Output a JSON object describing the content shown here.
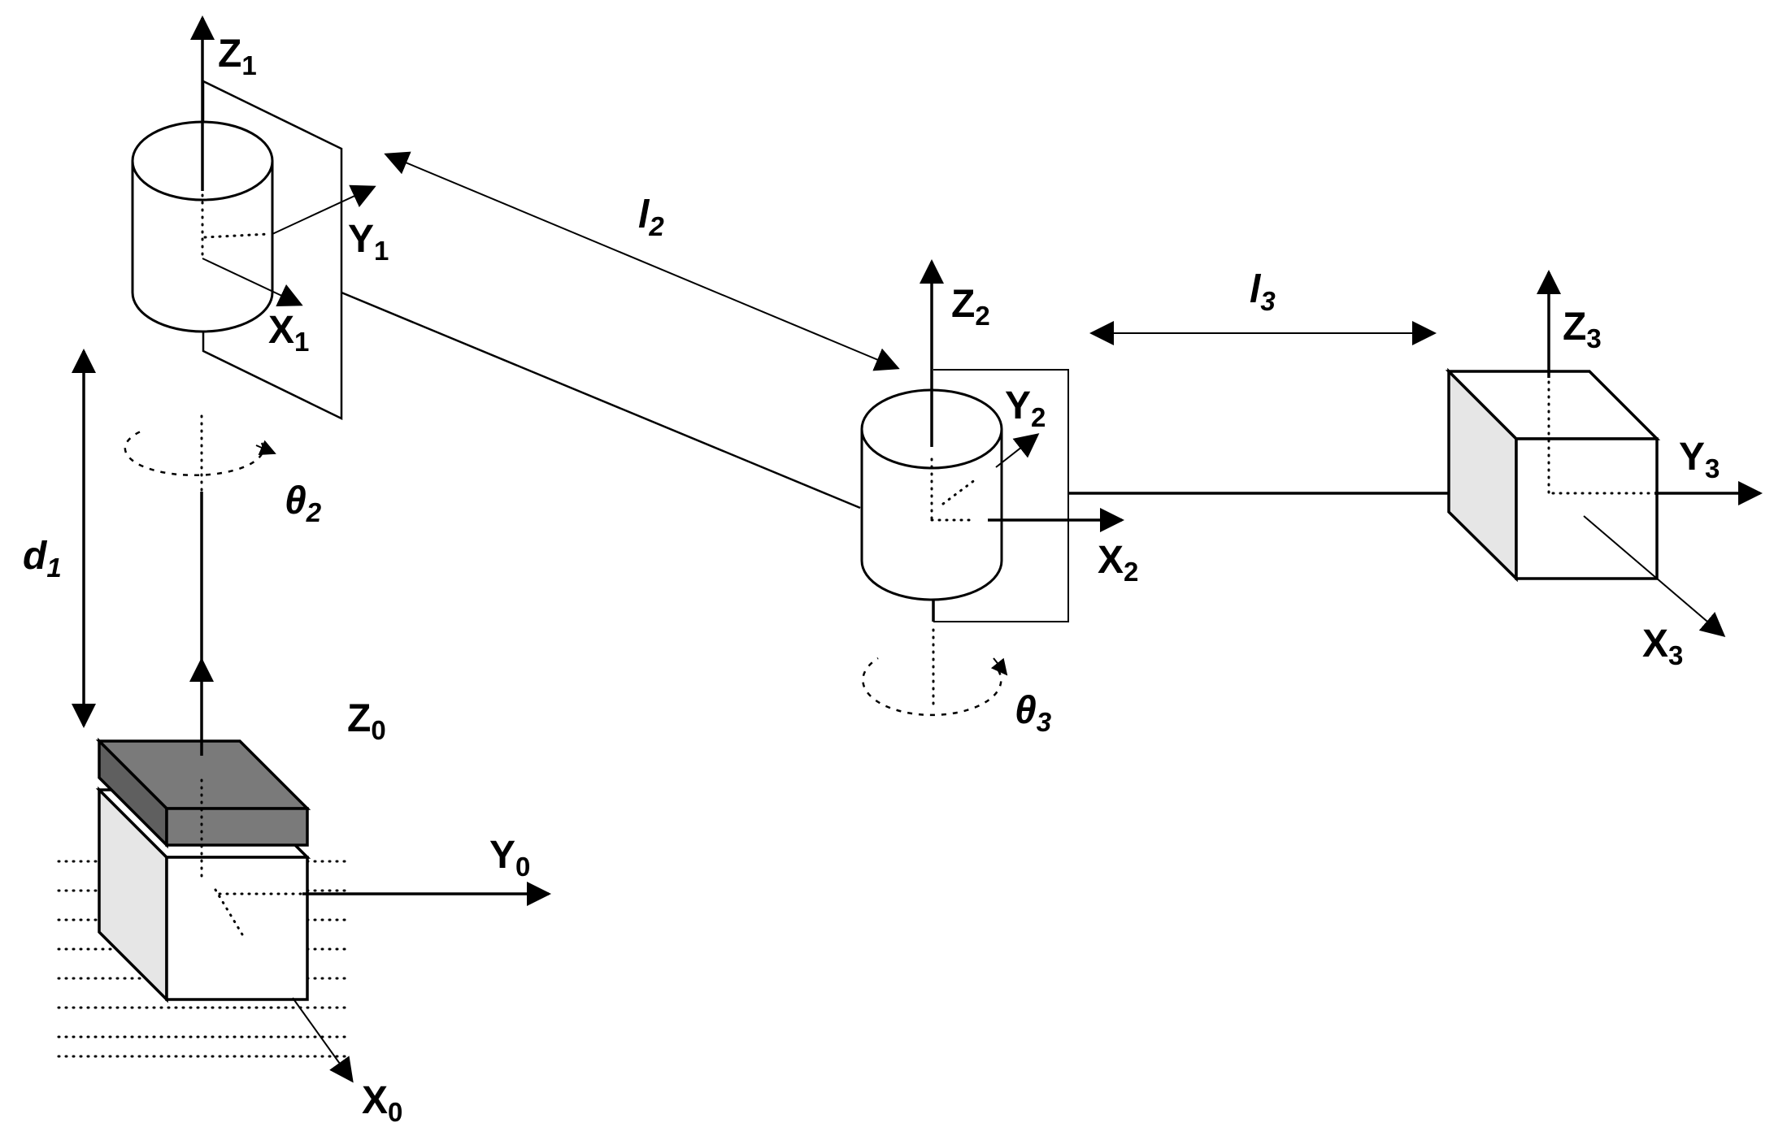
{
  "frames": {
    "z0": {
      "letter": "Z",
      "sub": "0"
    },
    "y0": {
      "letter": "Y",
      "sub": "0"
    },
    "x0": {
      "letter": "X",
      "sub": "0"
    },
    "z1": {
      "letter": "Z",
      "sub": "1"
    },
    "y1": {
      "letter": "Y",
      "sub": "1"
    },
    "x1": {
      "letter": "X",
      "sub": "1"
    },
    "z2": {
      "letter": "Z",
      "sub": "2"
    },
    "y2": {
      "letter": "Y",
      "sub": "2"
    },
    "x2": {
      "letter": "X",
      "sub": "2"
    },
    "z3": {
      "letter": "Z",
      "sub": "3"
    },
    "y3": {
      "letter": "Y",
      "sub": "3"
    },
    "x3": {
      "letter": "X",
      "sub": "3"
    }
  },
  "params": {
    "d1": {
      "sym": "d",
      "sub": "1"
    },
    "l2": {
      "sym": "l",
      "sub": "2"
    },
    "l3": {
      "sym": "l",
      "sub": "3"
    },
    "theta2": {
      "sym": "θ",
      "sub": "2"
    },
    "theta3": {
      "sym": "θ",
      "sub": "3"
    }
  },
  "colors": {
    "ink": "#000000",
    "base_top": "#7a7a7a",
    "face_light": "#e6e6e6",
    "face_white": "#ffffff"
  }
}
